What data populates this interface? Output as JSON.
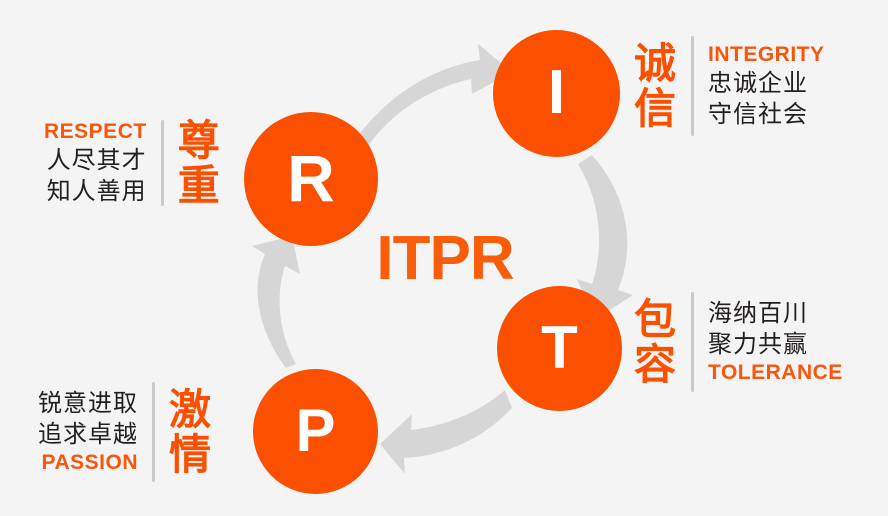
{
  "canvas": {
    "background": "#f4f4f4",
    "accent_orange": "#fa5000",
    "arrow_gray": "#d6d6d6",
    "text_dark": "#231f20"
  },
  "center": {
    "wordmark": "ITPR"
  },
  "nodes": [
    {
      "key": "respect",
      "letter": "R",
      "name": "node-r"
    },
    {
      "key": "integrity",
      "letter": "I",
      "name": "node-i"
    },
    {
      "key": "tolerance",
      "letter": "T",
      "name": "node-t"
    },
    {
      "key": "passion",
      "letter": "P",
      "name": "node-p"
    }
  ],
  "values": {
    "respect": {
      "english": "RESPECT",
      "chinese_title_line1": "尊",
      "chinese_title_line2": "重",
      "detail_line1": "人尽其才",
      "detail_line2": "知人善用"
    },
    "integrity": {
      "english": "INTEGRITY",
      "chinese_title_line1": "诚",
      "chinese_title_line2": "信",
      "detail_line1": "忠诚企业",
      "detail_line2": "守信社会"
    },
    "tolerance": {
      "english": "TOLERANCE",
      "chinese_title_line1": "包",
      "chinese_title_line2": "容",
      "detail_line1": "海纳百川",
      "detail_line2": "聚力共赢"
    },
    "passion": {
      "english": "PASSION",
      "chinese_title_line1": "激",
      "chinese_title_line2": "情",
      "detail_line1": "锐意进取",
      "detail_line2": "追求卓越"
    }
  }
}
